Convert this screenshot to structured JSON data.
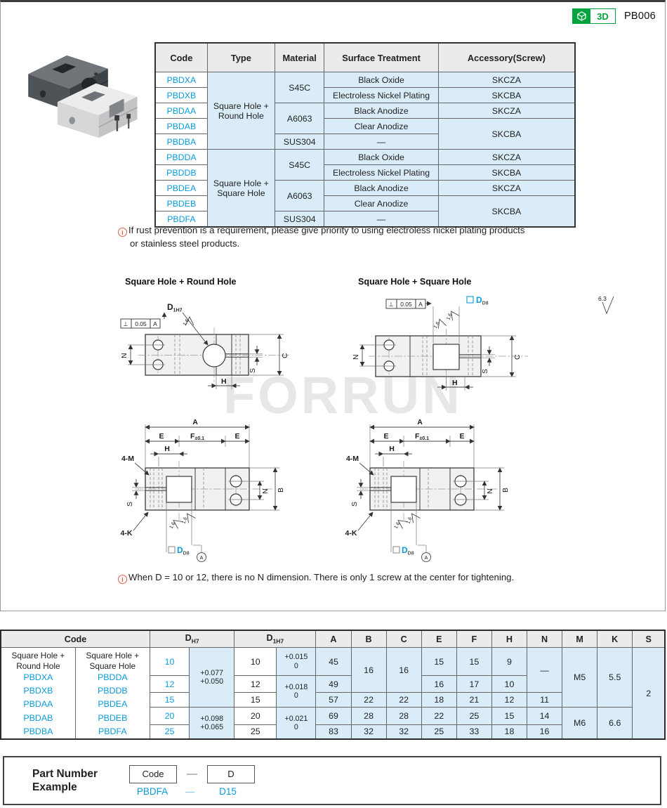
{
  "header": {
    "part_code": "PB006",
    "badge_3d": "3D"
  },
  "top_table": {
    "headers": [
      "Code",
      "Type",
      "Material",
      "Surface Treatment",
      "Accessory(Screw)"
    ],
    "type_round": "Square Hole + Round Hole",
    "type_square": "Square Hole + Square Hole",
    "mat": {
      "s45c": "S45C",
      "a6063": "A6063",
      "sus304": "SUS304"
    },
    "rows": [
      {
        "code": "PBDXA",
        "surface": "Black Oxide",
        "accessory": "SKCZA"
      },
      {
        "code": "PBDXB",
        "surface": "Electroless Nickel Plating",
        "accessory": "SKCBA"
      },
      {
        "code": "PBDAA",
        "surface": "Black Anodize",
        "accessory": "SKCZA"
      },
      {
        "code": "PBDAB",
        "surface": "Clear Anodize",
        "accessory": "SKCBA"
      },
      {
        "code": "PBDBA",
        "surface": "—"
      },
      {
        "code": "PBDDA",
        "surface": "Black Oxide",
        "accessory": "SKCZA"
      },
      {
        "code": "PBDDB",
        "surface": "Electroless Nickel Plating",
        "accessory": "SKCBA"
      },
      {
        "code": "PBDEA",
        "surface": "Black Anodize",
        "accessory": "SKCZA"
      },
      {
        "code": "PBDEB",
        "surface": "Clear Anodize",
        "accessory": "SKCBA"
      },
      {
        "code": "PBDFA",
        "surface": "—"
      }
    ]
  },
  "notes": {
    "icon": "i",
    "note1_line1": "If rust prevention is a requirement, please give priority to using electroless nickel plating products",
    "note1_line2": "or stainless steel products.",
    "note2": "When D = 10 or 12, there is no N dimension. There is only 1 screw at the center for tightening."
  },
  "drawings": {
    "label_round": "Square Hole + Round Hole",
    "label_square": "Square Hole + Square Hole",
    "dim_A": "A",
    "dim_B": "B",
    "dim_C": "C",
    "dim_E": "E",
    "dim_F": "F",
    "dim_F_tol": "±0.1",
    "dim_H": "H",
    "dim_N": "N",
    "dim_S": "S",
    "four_m": "4-M",
    "four_k": "4-K",
    "d1_main": "D",
    "d1_sub": "1H7",
    "dd8_main": "D",
    "dd8_sub": "D8",
    "perp_symbol": "⊥",
    "perp_value": "0.05",
    "perp_datum": "A",
    "rough_16": "1.6",
    "rough_63": "6.3",
    "datum_a": "A"
  },
  "watermark": "FORRUN",
  "dim_table": {
    "h_code": "Code",
    "h_d_main": "D",
    "h_d_sub": "H7",
    "h_d1_main": "D",
    "h_d1_sub": "1H7",
    "cols": [
      "A",
      "B",
      "C",
      "E",
      "F",
      "H",
      "N",
      "M",
      "K",
      "S"
    ],
    "code_round": {
      "title": "Square Hole + Round Hole",
      "codes": [
        "PBDXA",
        "PBDXB",
        "PBDAA",
        "PBDAB",
        "PBDBA"
      ]
    },
    "code_square": {
      "title": "Square Hole + Square Hole",
      "codes": [
        "PBDDA",
        "PBDDB",
        "PBDEA",
        "PBDEB",
        "PBDFA"
      ]
    },
    "d_values": [
      "10",
      "12",
      "15",
      "20",
      "25"
    ],
    "d_tol_123": [
      "+0.077",
      "+0.050"
    ],
    "d_tol_45": [
      "+0.098",
      "+0.065"
    ],
    "d1_values": [
      "10",
      "12",
      "15",
      "20",
      "25"
    ],
    "d1_tol_1": [
      "+0.015",
      "0"
    ],
    "d1_tol_23": [
      "+0.018",
      "0"
    ],
    "d1_tol_45": [
      "+0.021",
      "0"
    ],
    "A": [
      "45",
      "49",
      "57",
      "69",
      "83"
    ],
    "B": {
      "r12": "16",
      "r3": "22",
      "r4": "28",
      "r5": "32"
    },
    "C": {
      "r12": "16",
      "r3": "22",
      "r4": "28",
      "r5": "32"
    },
    "E": [
      "15",
      "16",
      "18",
      "22",
      "25"
    ],
    "F": [
      "15",
      "17",
      "21",
      "25",
      "33"
    ],
    "H": [
      "9",
      "10",
      "12",
      "15",
      "18"
    ],
    "N": {
      "r12": "—",
      "r3": "11",
      "r4": "14",
      "r5": "16"
    },
    "M": {
      "r123": "M5",
      "r45": "M6"
    },
    "K": {
      "r123": "5.5",
      "r45": "6.6"
    },
    "S": "2"
  },
  "part_number": {
    "title_line1": "Part Number",
    "title_line2": "Example",
    "code_label": "Code",
    "d_label": "D",
    "dash": "—",
    "example_code": "PBDFA",
    "example_d": "D15"
  }
}
